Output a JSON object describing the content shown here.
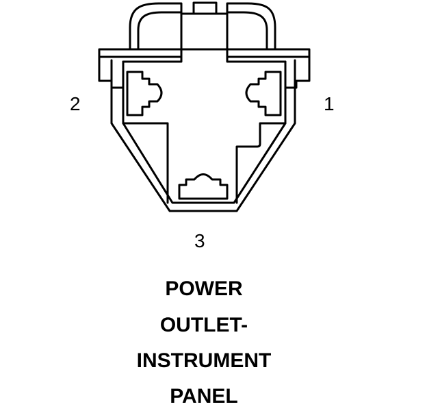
{
  "pins": {
    "one": "1",
    "two": "2",
    "three": "3"
  },
  "caption": {
    "line1": "POWER",
    "line2": "OUTLET-",
    "line3": "INSTRUMENT",
    "line4": "PANEL"
  },
  "colors": {
    "stroke": "#000000",
    "background": "#ffffff"
  }
}
